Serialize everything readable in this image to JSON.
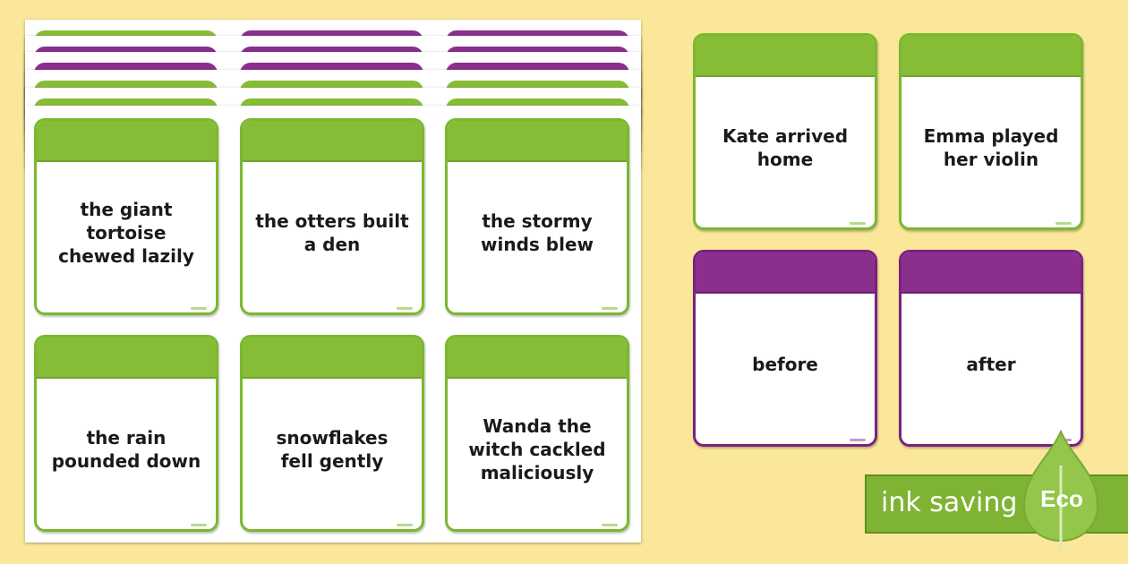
{
  "sheet_cards": [
    {
      "text": "the giant tortoise\nchewed lazily"
    },
    {
      "text": "the otters built\na den"
    },
    {
      "text": "the stormy\nwinds blew"
    },
    {
      "text": "the rain\npounded down"
    },
    {
      "text": "snowflakes\nfell gently"
    },
    {
      "text": "Wanda the\nwitch cackled\nmaliciously"
    }
  ],
  "loose_cards": [
    {
      "text": "Kate arrived\nhome",
      "color": "green"
    },
    {
      "text": "Emma played\nher violin",
      "color": "green"
    },
    {
      "text": "before",
      "color": "purple"
    },
    {
      "text": "after",
      "color": "purple"
    }
  ],
  "eco_badge": {
    "text": "ink saving",
    "label": "Eco",
    "icon": "leaf-icon"
  },
  "colors": {
    "background": "#fbe79a",
    "green": "#86bc36",
    "purple": "#8a2f8c"
  }
}
